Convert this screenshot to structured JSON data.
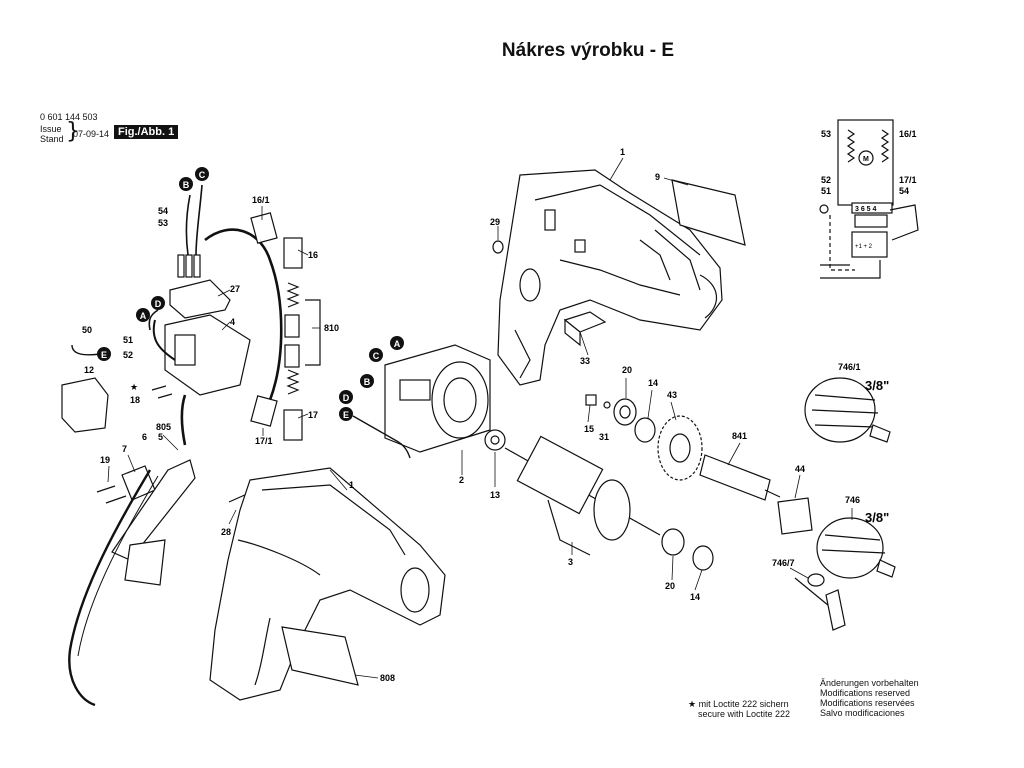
{
  "title": "Nákres výrobku - E",
  "doc": {
    "part_number": "0 601 144 503",
    "issue_label": "Issue",
    "stand_label": "Stand",
    "date": "07-09-14",
    "figure": "Fig./Abb. 1"
  },
  "notes": {
    "loctite_symbol": "★",
    "loctite_de": "mit Loctite 222 sichern",
    "loctite_en": "secure with Loctite 222",
    "changes": [
      "Änderungen vorbehalten",
      "Modifications reserved",
      "Modifications reservées",
      "Salvo modificaciones"
    ]
  },
  "part_labels": {
    "p1_top": "1",
    "p9": "9",
    "p29": "29",
    "p33": "33",
    "p16_1": "16/1",
    "p16": "16",
    "p810": "810",
    "p17": "17",
    "p17_1": "17/1",
    "p54": "54",
    "p53": "53",
    "p27": "27",
    "p4": "4",
    "p51": "51",
    "p52": "52",
    "p50": "50",
    "p12": "12",
    "p18": "18",
    "p805": "805",
    "p6": "6",
    "p5": "5",
    "p7": "7",
    "p19": "19",
    "p28": "28",
    "p1_bottom": "1",
    "p808": "808",
    "p2": "2",
    "p13": "13",
    "p3": "3",
    "p15": "15",
    "p31": "31",
    "p20_top": "20",
    "p14_top": "14",
    "p43": "43",
    "p841": "841",
    "p20_bottom": "20",
    "p14_bottom": "14",
    "p44": "44",
    "p746_1": "746/1",
    "p746": "746",
    "p746_7": "746/7",
    "chuck_size_top": "3/8\"",
    "chuck_size_bottom": "3/8\"",
    "w53": "53",
    "w16_1": "16/1",
    "w52": "52",
    "w51": "51",
    "w17_1": "17/1",
    "w54": "54",
    "w_pins": "3 6 5 4",
    "w_motor": "M",
    "w_switch": "+1 + 2"
  },
  "connectors": [
    "A",
    "B",
    "C",
    "D",
    "E"
  ]
}
